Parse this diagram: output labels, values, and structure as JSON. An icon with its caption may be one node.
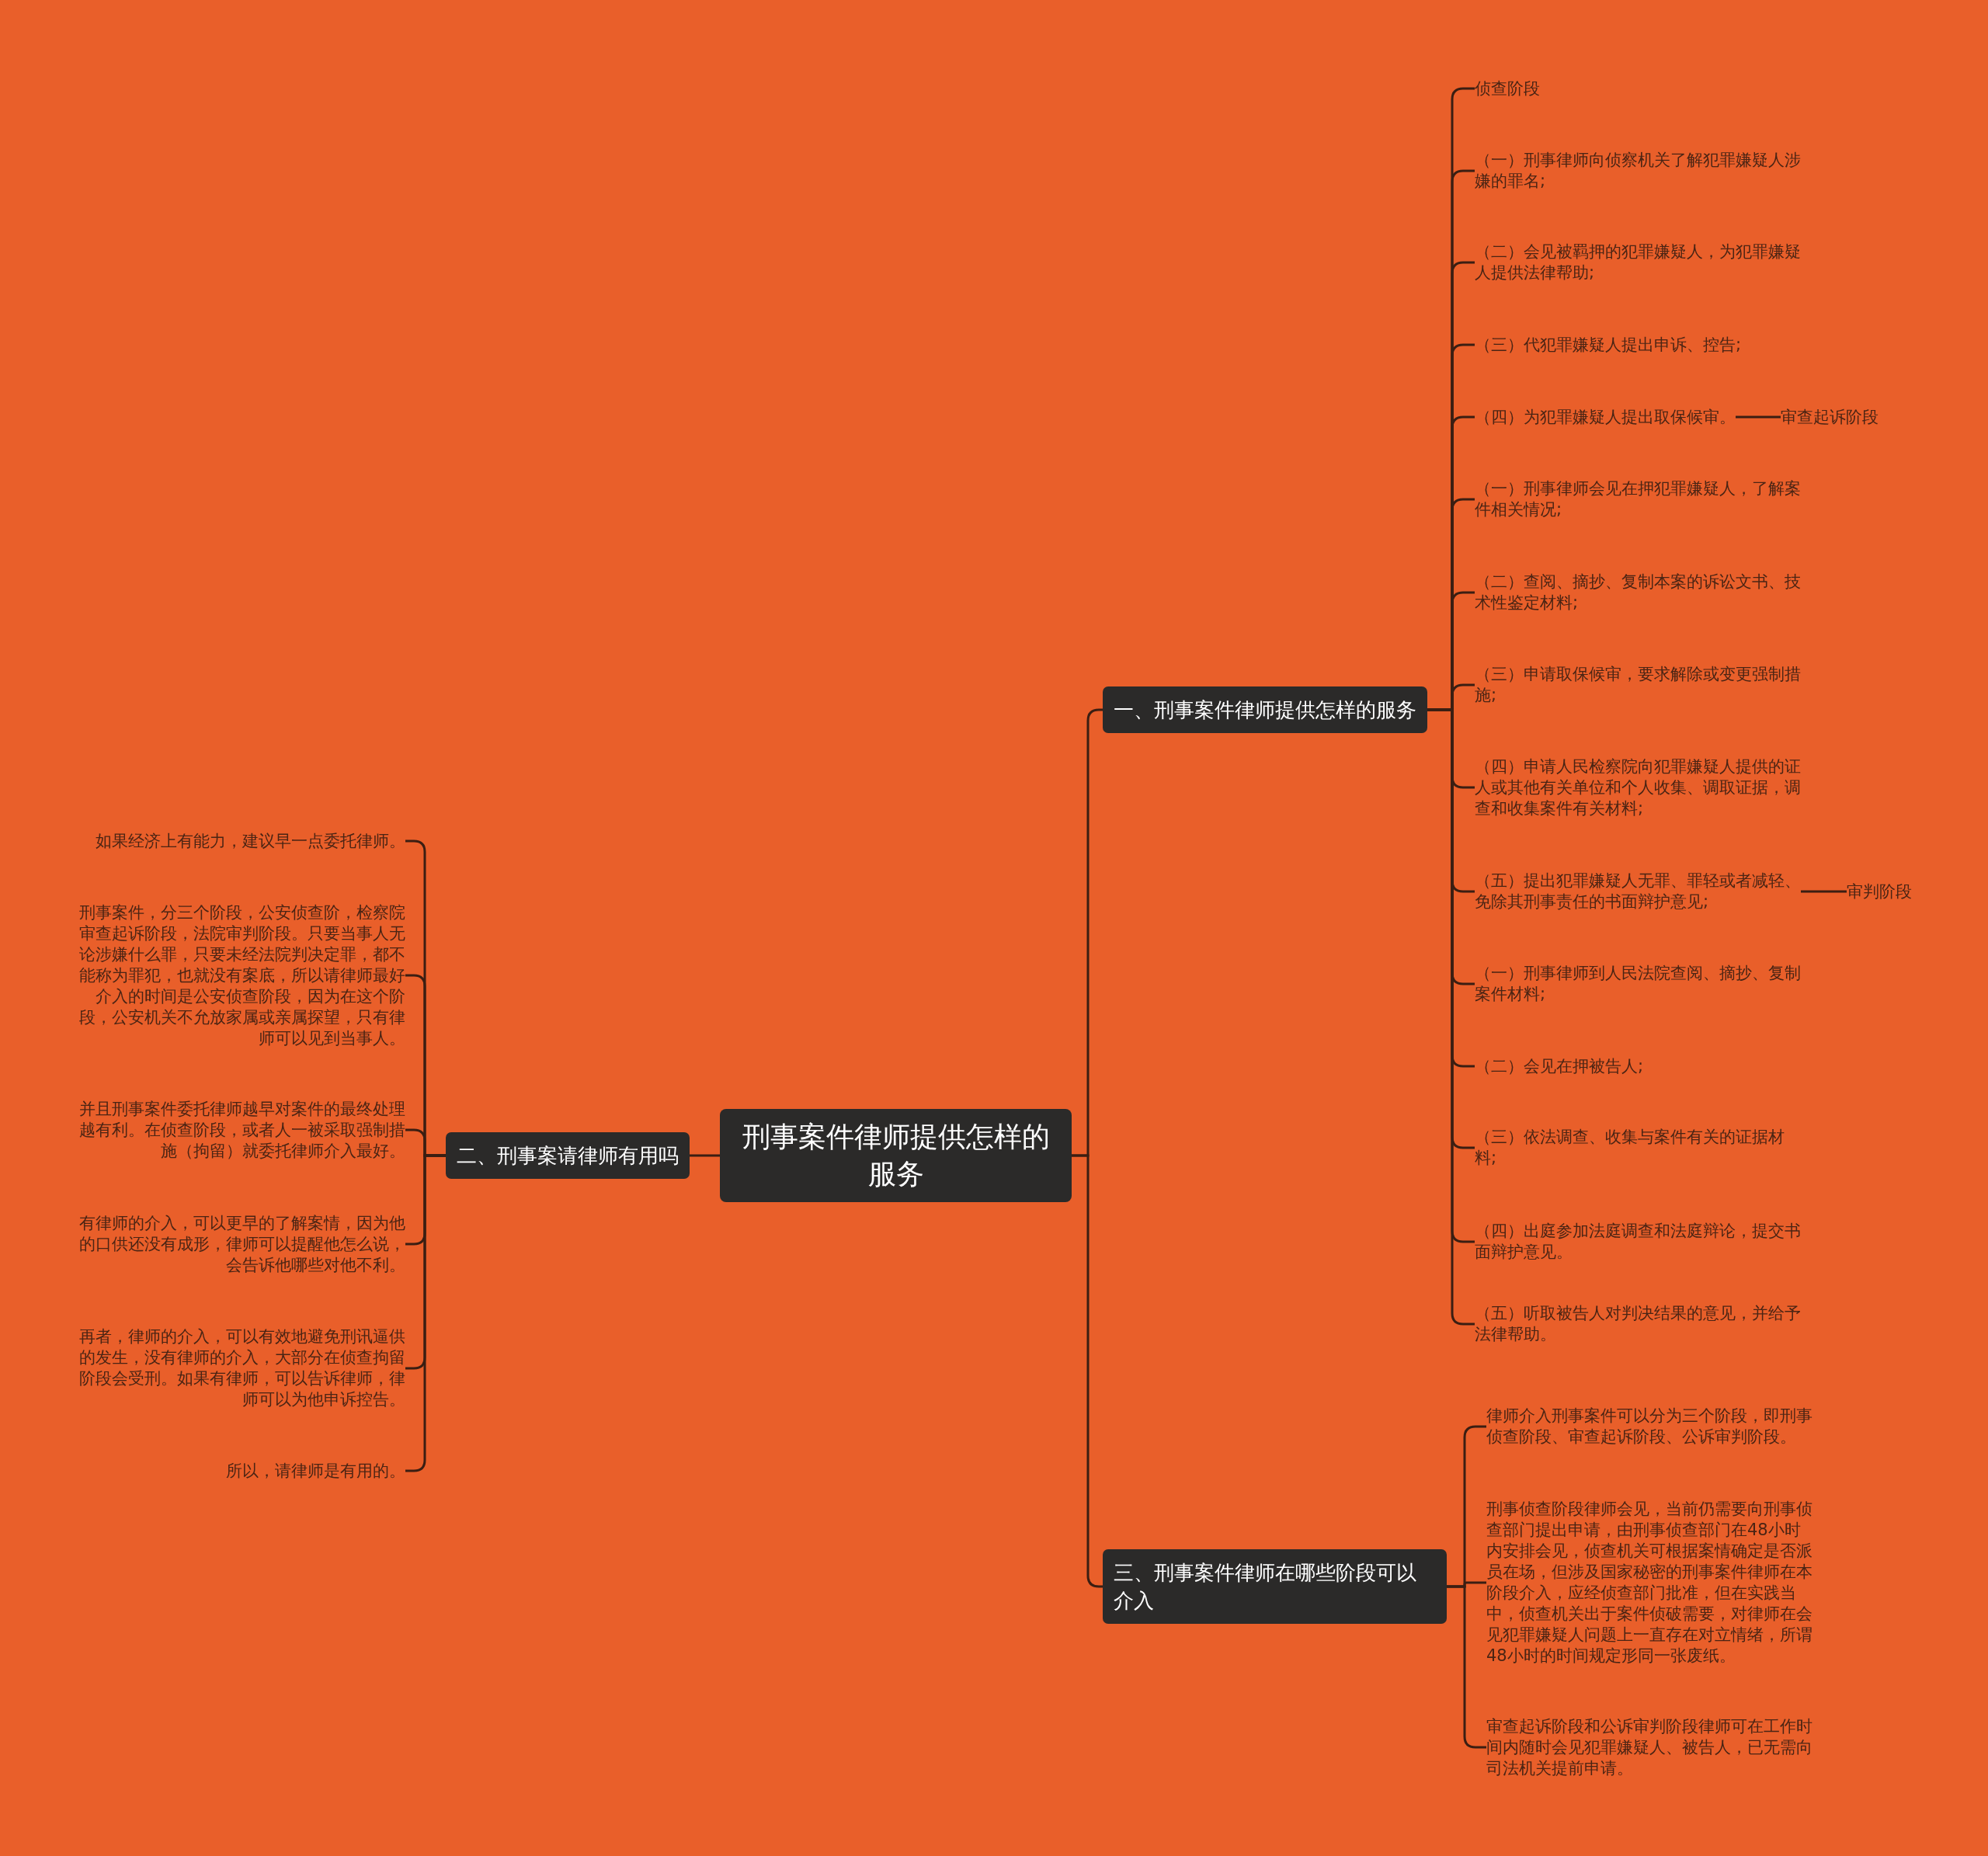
{
  "diagram": {
    "nodes": [
      {
        "text": [
          "刑事案件律师提供怎样的服务"
        ]
      },
      {
        "text": [
          "一、刑事案件律师提供怎样的服务"
        ]
      },
      {
        "text": [
          "侦查阶段"
        ]
      },
      {
        "text": [
          "（一）刑事律师向侦察机关了解犯罪嫌疑人涉嫌的罪名;"
        ]
      },
      {
        "text": [
          "（二）会见被羁押的犯罪嫌疑人，为犯罪嫌疑人提供法律帮助;"
        ]
      },
      {
        "text": [
          "（三）代犯罪嫌疑人提出申诉、控告;"
        ]
      },
      {
        "text": [
          "（四）为犯罪嫌疑人提出取保候审。"
        ]
      },
      {
        "text": [
          "审查起诉阶段"
        ]
      },
      {
        "text": [
          "（一）刑事律师会见在押犯罪嫌疑人，了解案件相关情况;"
        ]
      },
      {
        "text": [
          "（二）查阅、摘抄、复制本案的诉讼文书、技术性鉴定材料;"
        ]
      },
      {
        "text": [
          "（三）申请取保候审，要求解除或变更强制措施;"
        ]
      },
      {
        "text": [
          "（四）申请人民检察院向犯罪嫌疑人提供的证人或其他有关单位和个人收集、调取证据，调查和收集案件有关材料;"
        ]
      },
      {
        "text": [
          "（五）提出犯罪嫌疑人无罪、罪轻或者减轻、免除其刑事责任的书面辩护意见;"
        ]
      },
      {
        "text": [
          "审判阶段"
        ]
      },
      {
        "text": [
          "（一）刑事律师到人民法院查阅、摘抄、复制案件材料;"
        ]
      },
      {
        "text": [
          "（二）会见在押被告人;"
        ]
      },
      {
        "text": [
          "（三）依法调查、收集与案件有关的证据材料;"
        ]
      },
      {
        "text": [
          "（四）出庭参加法庭调查和法庭辩论，提交书面辩护意见。"
        ]
      },
      {
        "text": [
          "（五）听取被告人对判决结果的意见，并给予法律帮助。"
        ]
      },
      {
        "text": [
          "二、刑事案请律师有用吗"
        ]
      },
      {
        "text": [
          "如果经济上有能力，建议早一点委托律师。"
        ]
      },
      {
        "text": [
          "刑事案件，分三个阶段，公安侦查阶，检察院审查起诉阶段，法院审判阶段。只要当事人无论涉嫌什么罪，只要未经法院判决定罪，都不能称为罪犯，也就没有案底，所以请律师最好介入的时间是公安侦查阶段，因为在这个阶段，公安机关不允放家属或亲属探望，只有律师可以见到当事人。"
        ]
      },
      {
        "text": [
          "并且刑事案件委托律师越早对案件的最终处理越有利。在侦查阶段，或者人一被采取强制措施（拘留）就委托律师介入最好。"
        ]
      },
      {
        "text": [
          "有律师的介入，可以更早的了解案情，因为他的口供还没有成形，律师可以提醒他怎么说，会告诉他哪些对他不利。"
        ]
      },
      {
        "text": [
          "再者，律师的介入，可以有效地避免刑讯逼供的发生，没有律师的介入，大部分在侦查拘留阶段会受刑。如果有律师，可以告诉律师，律师可以为他申诉控告。"
        ]
      },
      {
        "text": [
          "所以，请律师是有用的。"
        ]
      },
      {
        "text": [
          "三、刑事案件律师在哪些阶段可以介入"
        ]
      },
      {
        "text": [
          "律师介入刑事案件可以分为三个阶段，即刑事侦查阶段、审查起诉阶段、公诉审判阶段。"
        ]
      },
      {
        "text": [
          "刑事侦查阶段律师会见，当前仍需要向刑事侦查部门提出申请，由刑事侦查部门在48小时内安排会见，侦查机关可根据案情确定是否派员在场，但涉及国家秘密的刑事案件律师在本阶段介入，应经侦查部门批准，但在实践当中，侦查机关出于案件侦破需要，对律师在会见犯罪嫌疑人问题上一直存在对立情绪，所谓48小时的时间规定形同一张废纸。"
        ]
      },
      {
        "text": [
          "审查起诉阶段和公诉审判阶段律师可在工作时间内随时会见犯罪嫌疑人、被告人，已无需向司法机关提前申请。"
        ]
      }
    ],
    "edges": [
      {
        "from": 0,
        "to": 1,
        "arrow": "none"
      },
      {
        "from": 1,
        "to": 2,
        "arrow": "none"
      },
      {
        "from": 1,
        "to": 3,
        "arrow": "none"
      },
      {
        "from": 1,
        "to": 4,
        "arrow": "none"
      },
      {
        "from": 1,
        "to": 5,
        "arrow": "none"
      },
      {
        "from": 1,
        "to": 6,
        "arrow": "none"
      },
      {
        "from": 6,
        "to": 7,
        "arrow": "none"
      },
      {
        "from": 1,
        "to": 8,
        "arrow": "none"
      },
      {
        "from": 1,
        "to": 9,
        "arrow": "none"
      },
      {
        "from": 1,
        "to": 10,
        "arrow": "none"
      },
      {
        "from": 1,
        "to": 11,
        "arrow": "none"
      },
      {
        "from": 1,
        "to": 12,
        "arrow": "none"
      },
      {
        "from": 12,
        "to": 13,
        "arrow": "none"
      },
      {
        "from": 1,
        "to": 14,
        "arrow": "none"
      },
      {
        "from": 1,
        "to": 15,
        "arrow": "none"
      },
      {
        "from": 1,
        "to": 16,
        "arrow": "none"
      },
      {
        "from": 1,
        "to": 17,
        "arrow": "none"
      },
      {
        "from": 1,
        "to": 18,
        "arrow": "none"
      },
      {
        "from": 0,
        "to": 19,
        "arrow": "none"
      },
      {
        "from": 19,
        "to": 20,
        "arrow": "none"
      },
      {
        "from": 19,
        "to": 21,
        "arrow": "none"
      },
      {
        "from": 19,
        "to": 22,
        "arrow": "none"
      },
      {
        "from": 19,
        "to": 23,
        "arrow": "none"
      },
      {
        "from": 19,
        "to": 24,
        "arrow": "none"
      },
      {
        "from": 19,
        "to": 25,
        "arrow": "none"
      },
      {
        "from": 0,
        "to": 26,
        "arrow": "none"
      },
      {
        "from": 26,
        "to": 27,
        "arrow": "none"
      },
      {
        "from": 26,
        "to": 28,
        "arrow": "none"
      },
      {
        "from": 26,
        "to": 29,
        "arrow": "none"
      }
    ]
  }
}
